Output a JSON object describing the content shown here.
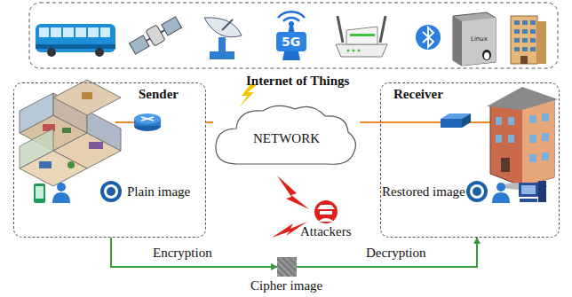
{
  "diagram": {
    "nodes": [
      {
        "text": [
          "Sender"
        ]
      },
      {
        "text": [
          "NETWORK"
        ]
      },
      {
        "text": [
          "Receiver"
        ]
      },
      {
        "text": [
          "Attackers"
        ]
      },
      {
        "text": [
          "Cipher image"
        ]
      }
    ],
    "edges": [
      {
        "from": 0,
        "to": 1,
        "arrow": "none"
      },
      {
        "from": 1,
        "to": 2,
        "arrow": "none"
      },
      {
        "from": 0,
        "to": 4,
        "label": "Encryption",
        "arrow": "to"
      },
      {
        "from": 4,
        "to": 2,
        "label": "Decryption",
        "arrow": "to"
      }
    ],
    "labels": [
      "Internet of Things",
      "5G",
      "Linux",
      "Plain image",
      "Restored image"
    ]
  }
}
